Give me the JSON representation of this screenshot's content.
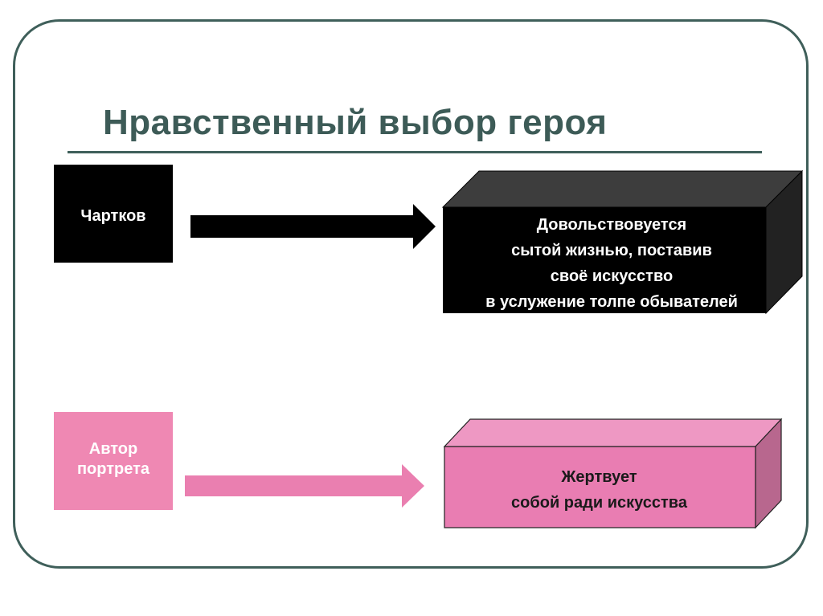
{
  "slide": {
    "title": "Нравственный выбор героя"
  },
  "rows": [
    {
      "label": "Чартков",
      "result_lines": [
        "Довольствовуется",
        "сытой жизнью, поставив",
        "своё искусство",
        "в услужение толпе обывателей"
      ]
    },
    {
      "label_lines": [
        "Автор",
        "портрета"
      ],
      "result_lines": [
        "Жертвует",
        "собой ради искусства"
      ]
    }
  ],
  "colors": {
    "frame": "#3f5f5a",
    "title": "#3d5b57",
    "black_box": "#000000",
    "black_top": "#3d3d3d",
    "black_side": "#222222",
    "pink_label": "#ef88b3",
    "pink_arrow": "#ea7fb0",
    "pink_front": "#e97db2",
    "pink_top": "#ee98c3",
    "pink_side": "#b8678e"
  }
}
